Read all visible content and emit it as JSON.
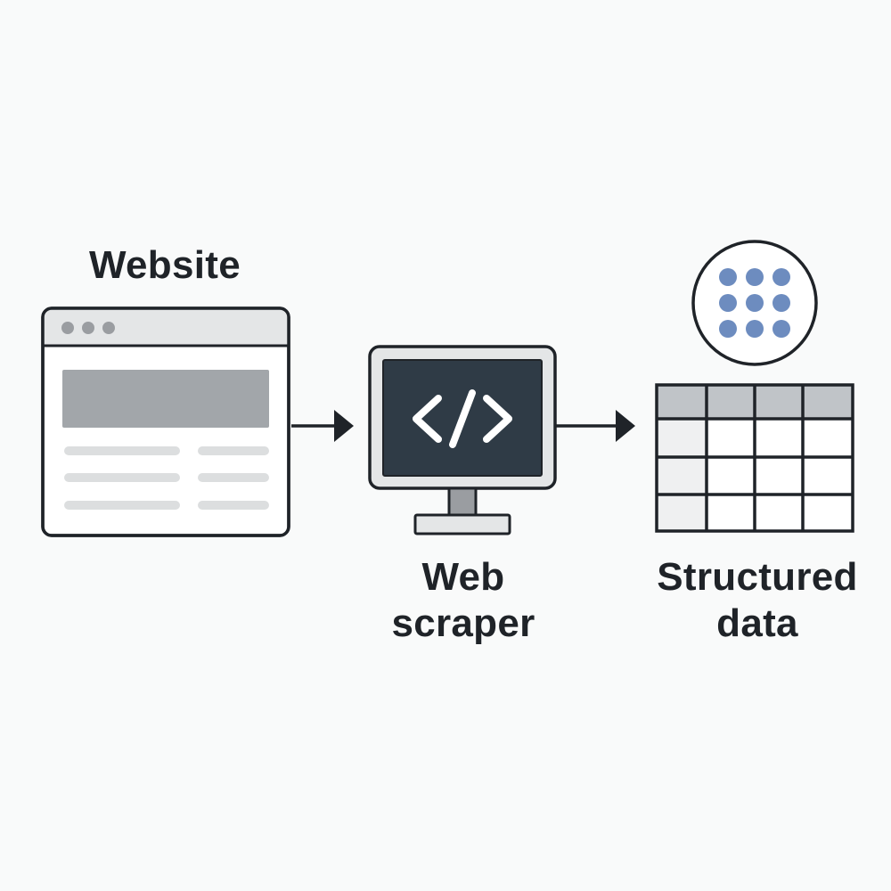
{
  "stages": {
    "website": {
      "label": "Website"
    },
    "scraper": {
      "label_line1": "Web",
      "label_line2": "scraper",
      "glyph": "</>"
    },
    "output": {
      "label_line1": "Structured",
      "label_line2": "data"
    }
  },
  "icons": {
    "website": "browser-window-icon",
    "scraper": "code-monitor-icon",
    "output_badge": "dot-grid-icon",
    "output_table": "table-grid-icon",
    "arrow": "arrow-right-icon"
  },
  "colors": {
    "background": "#f9fafa",
    "stroke": "#1f2328",
    "screen": "#2f3b46",
    "dots": "#6d8cbf",
    "header_gray": "#c0c4c8",
    "placeholder_gray": "#a2a6aa",
    "line_gray": "#dcdedf",
    "cell_light": "#eff0f1"
  }
}
